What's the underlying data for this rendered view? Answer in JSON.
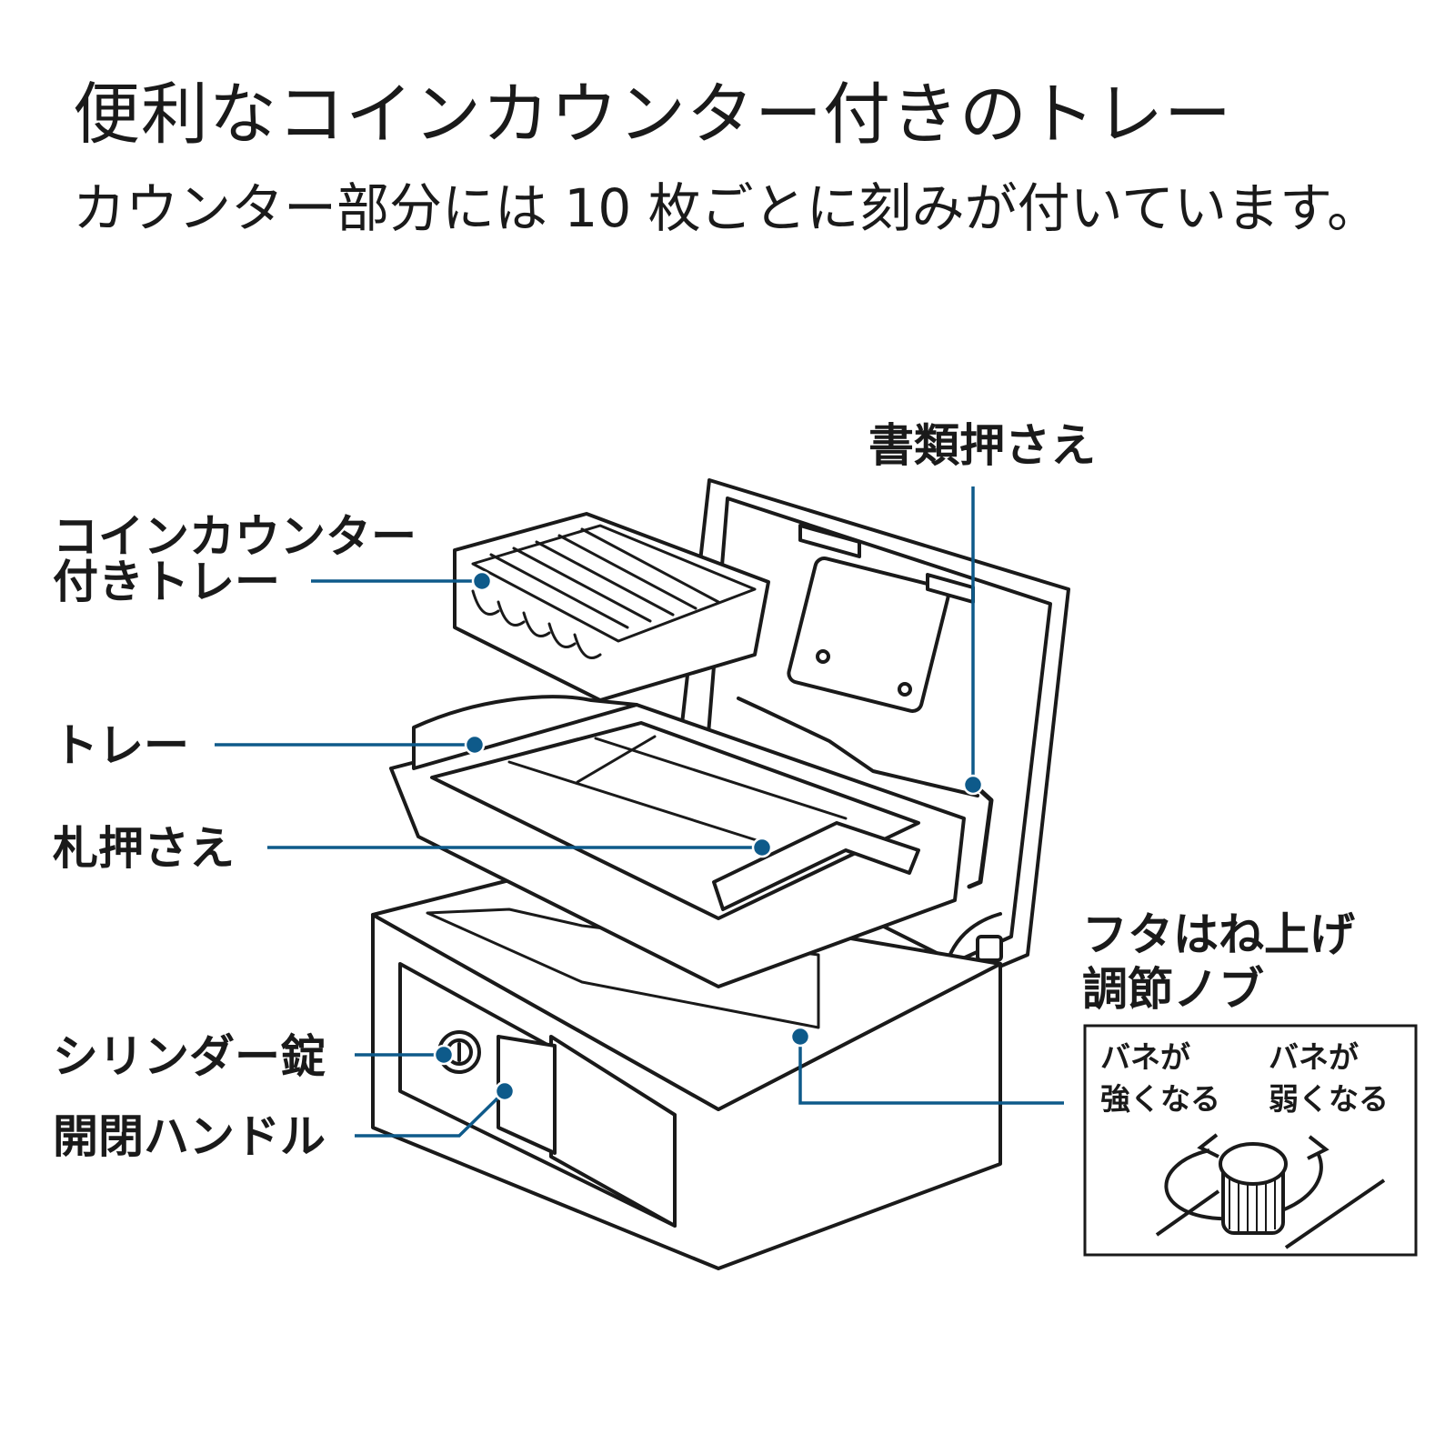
{
  "heading": {
    "title": "便利なコインカウンター付きのトレー",
    "subtitle": "カウンター部分には 10 枚ごとに刻みが付いています。"
  },
  "callouts": {
    "coin_tray_line1": "コインカウンター",
    "coin_tray_line2": "付きトレー",
    "document_holder": "書類押さえ",
    "tray": "トレー",
    "bill_holder": "札押さえ",
    "lid_knob_line1": "フタはね上げ",
    "lid_knob_line2": "調節ノブ",
    "cylinder_lock": "シリンダー錠",
    "open_close_handle": "開閉ハンドル"
  },
  "knob_box": {
    "left_line1": "バネが",
    "left_line2": "強くなる",
    "right_line1": "バネが",
    "right_line2": "弱くなる"
  },
  "colors": {
    "leader": "#0e5a8a",
    "ink": "#1a1a1a",
    "body_fill": "#ffffff"
  },
  "icons": [
    "cash-box-illustration",
    "coin-counter-tray-icon",
    "knob-rotation-icon"
  ]
}
